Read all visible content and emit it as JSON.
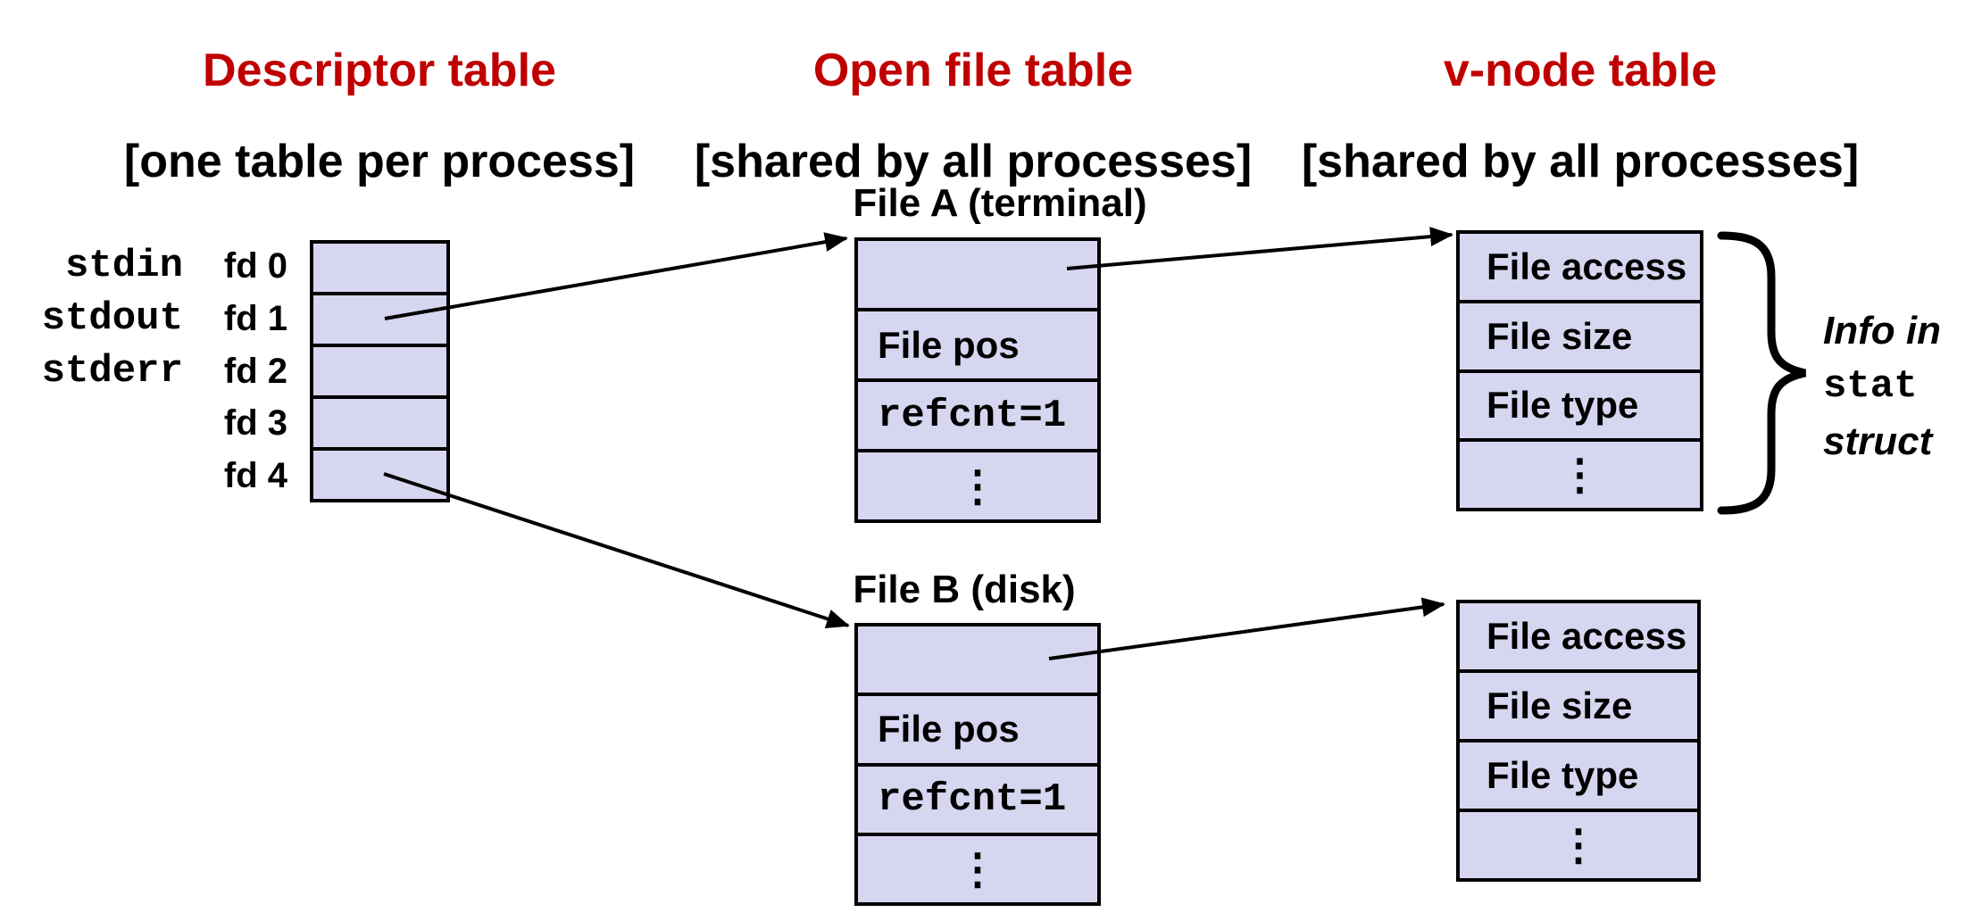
{
  "columns": [
    {
      "title": "Descriptor table",
      "subtitle": "[one table per process]"
    },
    {
      "title": "Open file table",
      "subtitle": "[shared by all processes]"
    },
    {
      "title": "v-node table",
      "subtitle": "[shared by all processes]"
    }
  ],
  "descriptor": {
    "std_labels": [
      "stdin",
      "stdout",
      "stderr"
    ],
    "fd_labels": [
      "fd 0",
      "fd 1",
      "fd 2",
      "fd 3",
      "fd 4"
    ]
  },
  "file_a": {
    "title": "File A (terminal)",
    "rows": [
      "",
      "File pos",
      "refcnt=1",
      "⋮"
    ]
  },
  "file_b": {
    "title": "File B (disk)",
    "rows": [
      "",
      "File pos",
      "refcnt=1",
      "⋮"
    ]
  },
  "vnode_a": {
    "rows": [
      "File access",
      "File size",
      "File type",
      "⋮"
    ]
  },
  "vnode_b": {
    "rows": [
      "File access",
      "File size",
      "File type",
      "⋮"
    ]
  },
  "stat_note": {
    "lines": [
      "Info in",
      "stat",
      "struct"
    ]
  },
  "colors": {
    "accent_red": "#C00000",
    "cell_fill": "#D6D6F0",
    "stroke": "#000000"
  }
}
